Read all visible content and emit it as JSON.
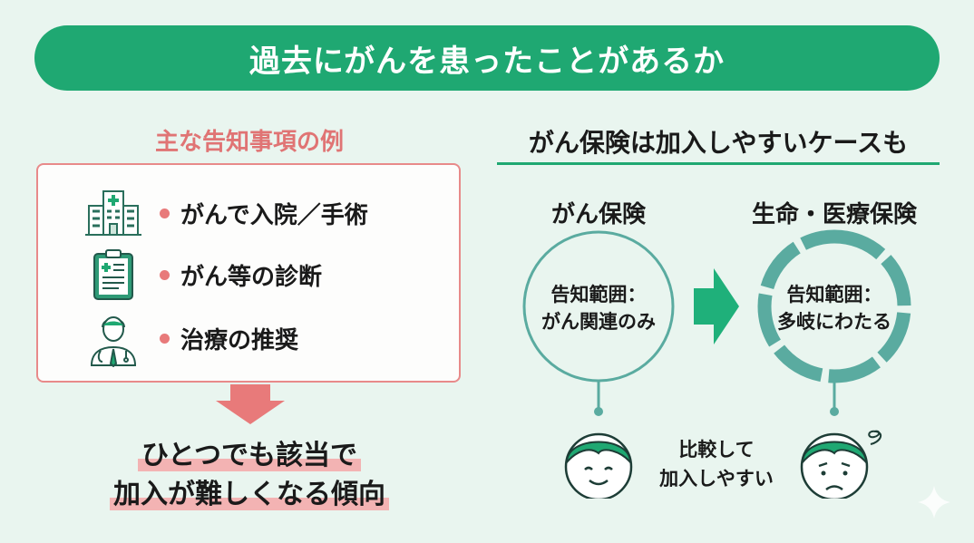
{
  "title": "過去にがんを患ったことがあるか",
  "left": {
    "heading": "主な告知事項の例",
    "items": [
      {
        "icon": "hospital-icon",
        "label": "がんで入院／手術"
      },
      {
        "icon": "clipboard-icon",
        "label": "がん等の診断"
      },
      {
        "icon": "doctor-icon",
        "label": "治療の推奨"
      }
    ],
    "conclusion": [
      "ひとつでも該当で",
      "加入が難しくなる傾向"
    ]
  },
  "right": {
    "heading": "がん保険は加入しやすいケースも",
    "cancer": {
      "label": "がん保険",
      "scope": [
        "告知範囲：",
        "がん関連のみ"
      ]
    },
    "life": {
      "label": "生命・医療保険",
      "scope": [
        "告知範囲：",
        "多岐にわたる"
      ]
    },
    "compare": [
      "比較して",
      "加入しやすい"
    ]
  },
  "colors": {
    "green": "#1fa872",
    "pink": "#e87a7a",
    "teal": "#5aaba0",
    "bg": "#e9f5ef"
  }
}
